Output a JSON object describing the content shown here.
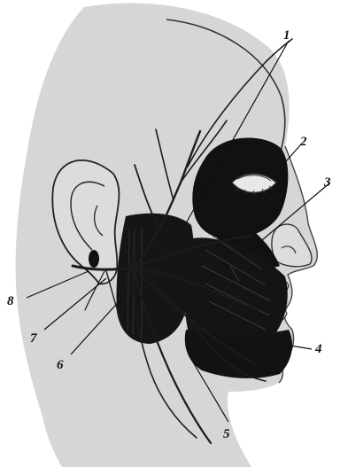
{
  "figure": {
    "callouts": [
      {
        "id": "1",
        "text": "1"
      },
      {
        "id": "2",
        "text": "2"
      },
      {
        "id": "3",
        "text": "3"
      },
      {
        "id": "4",
        "text": "4"
      },
      {
        "id": "5",
        "text": "5"
      },
      {
        "id": "6",
        "text": "6"
      },
      {
        "id": "7",
        "text": "7"
      },
      {
        "id": "8",
        "text": "8"
      }
    ],
    "colors": {
      "skin": "#d6d6d6",
      "muscle": "#111111",
      "nerve": "#1c1c1c",
      "outline": "#333333",
      "background": "#ffffff"
    }
  }
}
